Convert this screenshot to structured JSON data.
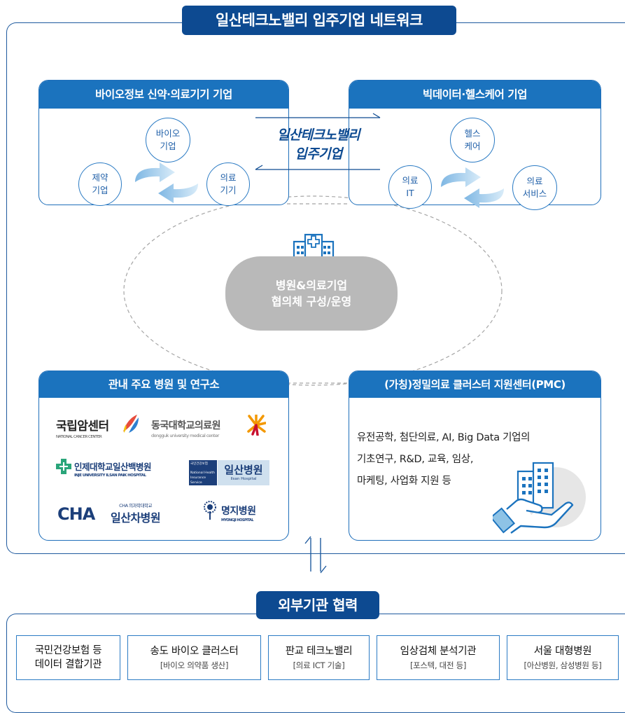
{
  "title": "일산테크노밸리 입주기업 네트워크",
  "center_label": [
    "일산테크노밸리",
    "입주기업"
  ],
  "panels": {
    "bio": {
      "title": "바이오정보 신약·의료기기 기업",
      "circles": [
        {
          "lines": [
            "바이오",
            "기업"
          ]
        },
        {
          "lines": [
            "제약",
            "기업"
          ]
        },
        {
          "lines": [
            "의료",
            "기기"
          ]
        }
      ]
    },
    "bigdata": {
      "title": "빅데이터·헬스케어 기업",
      "circles": [
        {
          "lines": [
            "헬스",
            "케어"
          ]
        },
        {
          "lines": [
            "의료",
            "IT"
          ]
        },
        {
          "lines": [
            "의료",
            "서비스"
          ]
        }
      ]
    },
    "hospitals": {
      "title": "관내 주요 병원 및 연구소",
      "logos": {
        "ncc_kr": "국립암센터",
        "ncc_en": "NATIONAL CANCER CENTER",
        "dongguk_kr": "동국대학교의료원",
        "dongguk_en": "dongguk university medical center",
        "inje_kr": "인제대학교일산백병원",
        "inje_en": "INJE UNIVERSITY ILSAN PAIK HOSPITAL",
        "ilsan_small_1": "국민건강보험",
        "ilsan_small_2": "National Health Insurance Service",
        "ilsan_kr": "일산병원",
        "ilsan_en": "Ilsan Hospital",
        "cha_logo": "CHA",
        "cha_small": "CHA 의과학대학교",
        "cha_kr": "일산차병원",
        "myongji_kr": "명지병원",
        "myongji_en": "MYONGJI HOSPITAL"
      }
    },
    "pmc": {
      "title": "(가칭)정밀의료 클러스터 지원센터(PMC)",
      "lines": [
        "유전공학, 첨단의료, AI, Big Data 기업의",
        "기초연구, R&D, 교육, 임상,",
        "마케팅, 사업화 지원 등"
      ]
    }
  },
  "center_pill": [
    "병원&의료기업",
    "협의체 구성/운영"
  ],
  "external": {
    "title": "외부기관 협력",
    "boxes": [
      {
        "main": [
          "국민건강보험 등",
          "데이터 결합기관"
        ],
        "sub": ""
      },
      {
        "main": [
          "송도 바이오 클러스터"
        ],
        "sub": "[바이오 의약품 생산]"
      },
      {
        "main": [
          "판교 테크노밸리"
        ],
        "sub": "[의료 ICT 기술]"
      },
      {
        "main": [
          "임상검체 분석기관"
        ],
        "sub": "[포스텍, 대전 등]"
      },
      {
        "main": [
          "서울 대형병원"
        ],
        "sub": "[아산병원, 삼성병원 등]"
      }
    ]
  },
  "icons": [
    "hospital-icon",
    "cycle-arrows-icon",
    "building-in-hand-icon",
    "updown-arrows-icon",
    "medical-cross-icon"
  ],
  "colors": {
    "navy": "#0d4a91",
    "blue": "#1b73be",
    "gray_pill": "#b9b9b9",
    "logo_red": "#c8102e",
    "logo_orange": "#f39800"
  }
}
